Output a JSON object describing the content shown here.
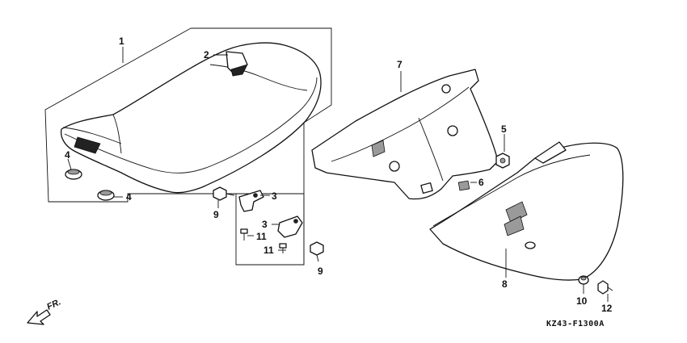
{
  "callouts": {
    "c1": "1",
    "c2": "2",
    "c3a": "3",
    "c3b": "3",
    "c4a": "4",
    "c4b": "4",
    "c5": "5",
    "c6": "6",
    "c7": "7",
    "c8": "8",
    "c9a": "9",
    "c9b": "9",
    "c10": "10",
    "c11a": "11",
    "c11b": "11",
    "c12": "12"
  },
  "direction_label": "FR.",
  "diagram_code": "KZ43-F1300A"
}
